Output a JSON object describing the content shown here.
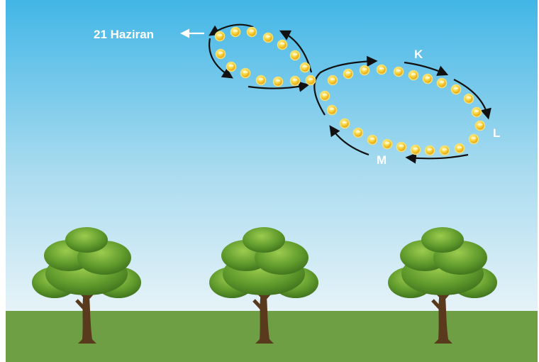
{
  "labels": {
    "date": "21 Haziran",
    "k": "K",
    "l": "L",
    "m": "M"
  },
  "colors": {
    "sky_top": "#42b6e6",
    "sky_bottom": "#e6f3f8",
    "grass": "#6f9f45",
    "sun": "#f2c21e",
    "arrow": "#111111",
    "label": "#ffffff"
  },
  "icons": {
    "sun": "sun-icon",
    "tree": "tree-icon",
    "arrow": "curved-arrow-icon"
  }
}
